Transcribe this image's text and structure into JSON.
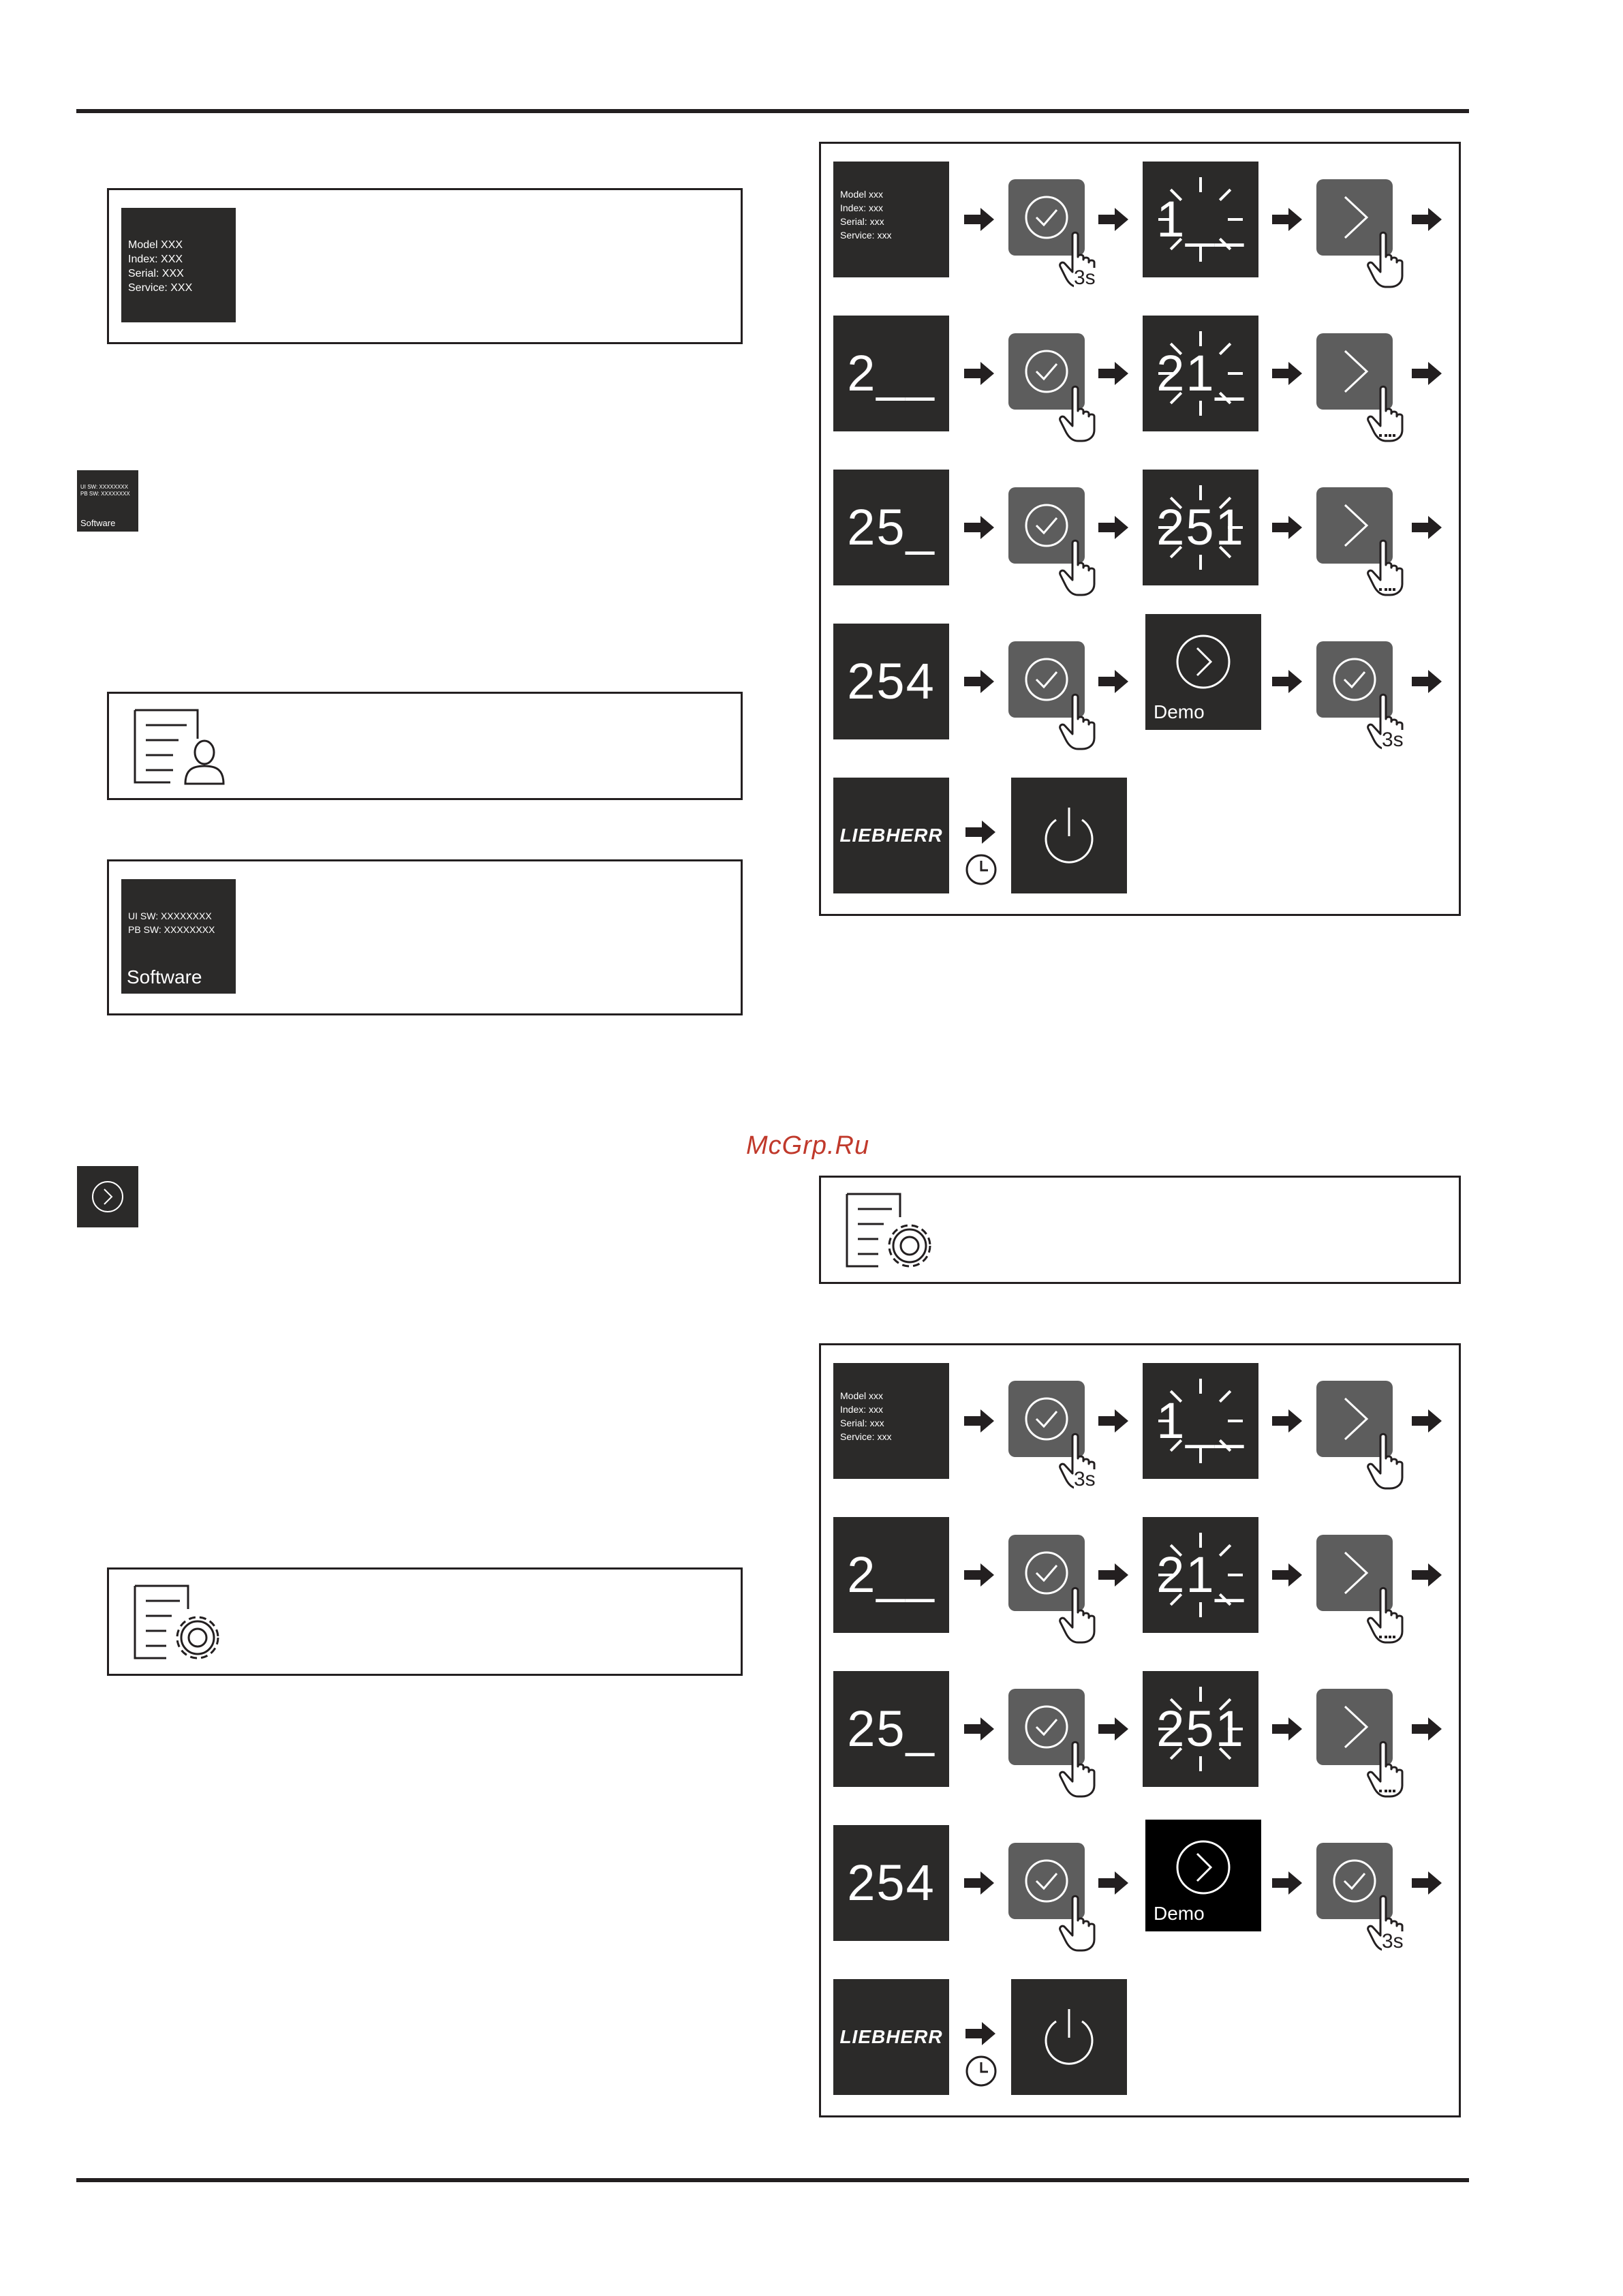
{
  "info_screen": {
    "line1": "Model XXX",
    "line2": "Index: XXX",
    "line3": "Serial: XXX",
    "line4": "Service: XXX"
  },
  "software_screen": {
    "line1": "UI SW: XXXXXXXX",
    "line2": "PB SW: XXXXXXXX",
    "label": "Software"
  },
  "watermark": "McGrp.Ru",
  "sequence": {
    "info": {
      "line1": "Model xxx",
      "line2": "Index: xxx",
      "line3": "Serial: xxx",
      "line4": "Service: xxx"
    },
    "hold_label": "3s",
    "codes": [
      "2__",
      "25_",
      "254"
    ],
    "partial_codes": [
      "1__",
      "21_",
      "251"
    ],
    "demo_label": "Demo",
    "brand": "LIEBHERR"
  },
  "icons": [
    "info-person-icon",
    "settings-gear-icon",
    "checkmark-icon",
    "chevron-right-icon",
    "hand-press-icon",
    "clock-icon",
    "power-icon",
    "arrow-right-icon"
  ]
}
